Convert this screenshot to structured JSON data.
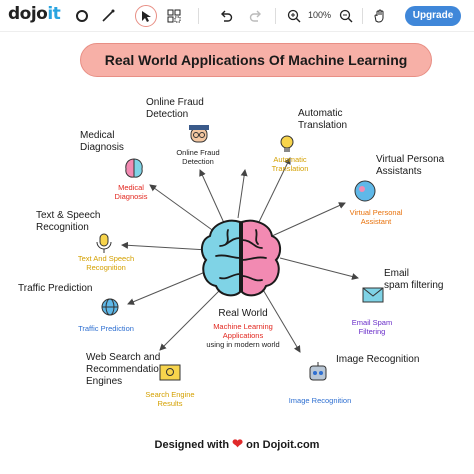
{
  "toolbar": {
    "logo": "dojo",
    "logo_suffix": "it",
    "zoom": "100%",
    "upgrade_label": "Upgrade",
    "icons": [
      "circle-icon",
      "line-icon",
      "select-cursor-icon",
      "grid-shapes-icon",
      "undo-icon",
      "redo-icon",
      "zoom-in-icon",
      "zoom-out-icon",
      "hand-icon"
    ]
  },
  "title": "Real World Applications Of Machine Learning",
  "center": {
    "heading": "Real World",
    "line1": "Machine Learning",
    "line2": "Applications",
    "line3": "using in modern world"
  },
  "nodes": {
    "online_fraud": {
      "label1": "Online Fraud",
      "label2": "Detection",
      "sub1": "Online Fraud",
      "sub2": "Detection"
    },
    "auto_translation": {
      "label1": "Automatic",
      "label2": "Translation",
      "sub1": "Automatic",
      "sub2": "Translation"
    },
    "medical": {
      "label1": "Medical",
      "label2": "Diagnosis",
      "sub1": "Medical",
      "sub2": "Diagnosis"
    },
    "virtual_persona": {
      "label1": "Virtual Persona",
      "label2": "Assistants",
      "sub1": "Virtual Personal",
      "sub2": "Assistant"
    },
    "text_speech": {
      "label1": "Text & Speech",
      "label2": "Recognition",
      "sub1": "Text And Speech",
      "sub2": "Recognition"
    },
    "email": {
      "label1": "Email",
      "label2": "spam filtering",
      "sub1": "Email Spam",
      "sub2": "Filtering"
    },
    "traffic": {
      "label1": "Traffic Prediction",
      "sub1": "Traffic Prediction"
    },
    "web_search": {
      "label1": "Web Search and",
      "label2": "Recommendation",
      "label3": "Engines",
      "sub1": "Search Engine",
      "sub2": "Results"
    },
    "image_rec": {
      "label1": "Image Recognition",
      "sub1": "Image Recognition"
    }
  },
  "footer": {
    "prefix": "Designed with",
    "suffix": "on Dojoit.com"
  },
  "colors": {
    "accent": "#3f87d9",
    "title_pill": "#f7b0a7",
    "brain_left": "#7fd3e6",
    "brain_right": "#f28ab2",
    "heart": "#e0292a"
  }
}
